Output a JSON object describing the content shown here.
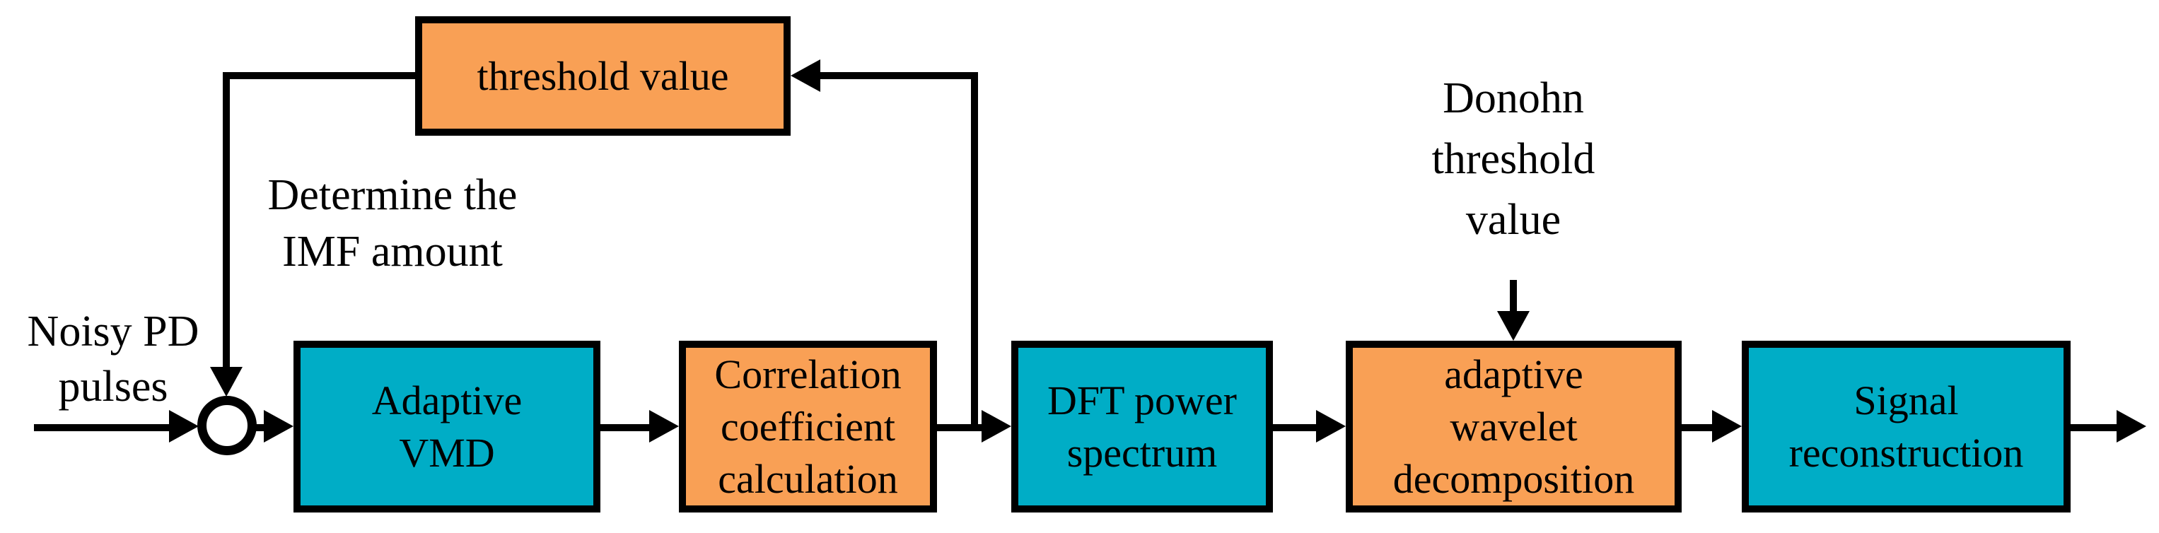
{
  "diagram": {
    "colors": {
      "teal": "#00ADC6",
      "orange": "#F9A055",
      "line": "#000000",
      "background": "#FFFFFF"
    },
    "boxes": {
      "threshold_value": {
        "label": "threshold value",
        "color": "orange"
      },
      "adaptive_vmd": {
        "label": "Adaptive\nVMD",
        "color": "teal"
      },
      "correlation_coefficient": {
        "label": "Correlation\ncoefficient\ncalculation",
        "color": "orange"
      },
      "dft_power_spectrum": {
        "label": "DFT power\nspectrum",
        "color": "teal"
      },
      "adaptive_wavelet": {
        "label": "adaptive\nwavelet\ndecomposition",
        "color": "orange"
      },
      "signal_reconstruction": {
        "label": "Signal\nreconstruction",
        "color": "teal"
      }
    },
    "annotations": {
      "noisy_pd": "Noisy PD\npulses",
      "determine_imf": "Determine the\nIMF amount",
      "donohn_threshold": "Donohn\nthreshold\nvalue"
    }
  }
}
